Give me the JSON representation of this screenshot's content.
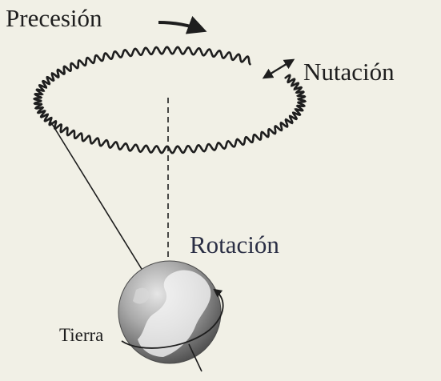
{
  "labels": {
    "precession": "Precesión",
    "nutation": "Nutación",
    "rotation": "Rotación",
    "earth": "Tierra"
  },
  "colors": {
    "background": "#f1f0e6",
    "ink": "#1e1e1e",
    "rotation_label": "#2b2f45"
  }
}
